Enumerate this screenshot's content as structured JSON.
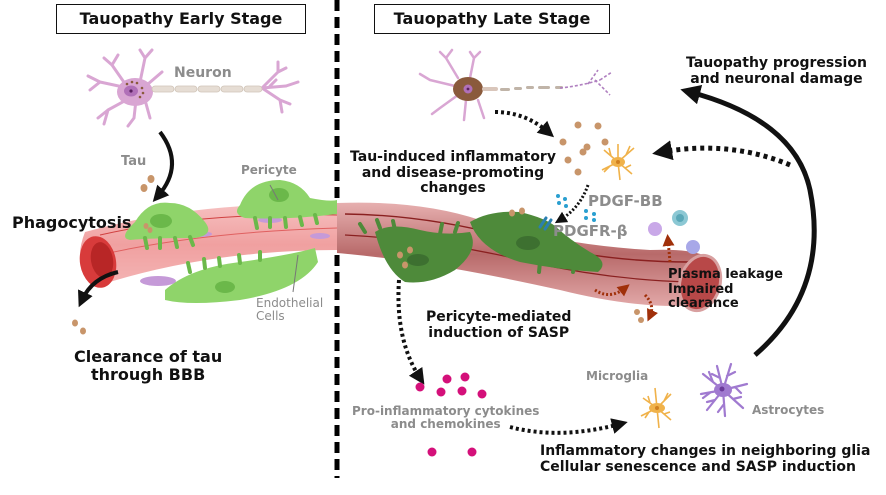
{
  "panels": {
    "early": {
      "title": "Tauopathy Early Stage"
    },
    "late": {
      "title": "Tauopathy Late Stage"
    }
  },
  "early_labels": {
    "neuron": "Neuron",
    "tau": "Tau",
    "pericyte": "Pericyte",
    "phagocytosis": "Phagocytosis",
    "endothelial_line1": "Endothelial",
    "endothelial_line2": "Cells",
    "clearance_line1": "Clearance of tau",
    "clearance_line2": "through BBB"
  },
  "late_labels": {
    "progression_line1": "Tauopathy progression",
    "progression_line2": "and neuronal damage",
    "tau_induced_line1": "Tau-induced inflammatory",
    "tau_induced_line2": "and disease-promoting",
    "tau_induced_line3": "changes",
    "pdgf_bb": "PDGF-BB",
    "pdgfr_b": "PDGFR-β",
    "plasma_leakage": "Plasma leakage",
    "impaired_line1": "Impaired",
    "impaired_line2": "clearance",
    "pericyte_sasp_line1": "Pericyte-mediated",
    "pericyte_sasp_line2": "induction of SASP",
    "cytokines_line1": "Pro-inflammatory cytokines",
    "cytokines_line2": "and chemokines",
    "microglia": "Microglia",
    "astrocytes": "Astrocytes",
    "glia_line1": "Inflammatory changes in neighboring glia",
    "glia_line2": "Cellular senescence and SASP induction"
  },
  "colors": {
    "neuron_early": "#d9a6d3",
    "neuron_late_soma": "#8a5a3c",
    "tau": "#c8956a",
    "pericyte_early": "#8fd46a",
    "pericyte_late": "#4e8a3a",
    "vessel": "#f2a8a8",
    "vessel_late": "#c97a7a",
    "cytokine": "#d4107a",
    "pdgf": "#2a9fd0",
    "microglia": "#f0b24a",
    "astrocyte": "#a07ad0",
    "leak_arrow": "#a0300a",
    "text_grey": "#8c8c8c"
  }
}
